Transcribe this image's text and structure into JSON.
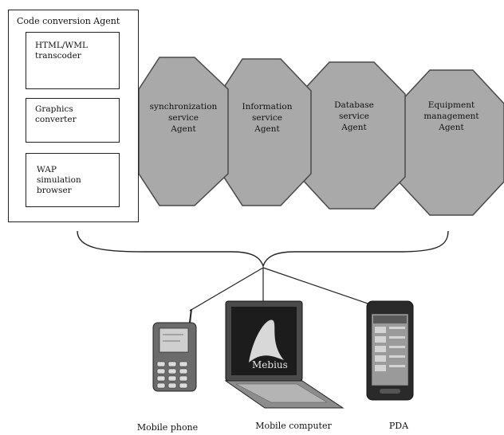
{
  "code_agent": {
    "title": "Code conversion Agent",
    "modules": [
      "HTML/WML\ntranscoder",
      "Graphics\nconverter",
      "WAP\nsimulation\nbrowser"
    ]
  },
  "service_agents": [
    "synchronization\nservice\nAgent",
    "Information\nservice\nAgent",
    "Database\nservice\nAgent",
    "Equipment\nmanagement\nAgent"
  ],
  "devices": [
    {
      "label": "Mobile phone",
      "icon": "mobile-phone-icon"
    },
    {
      "label": "Mobile computer",
      "icon": "laptop-icon",
      "screen_text": "Mebius"
    },
    {
      "label": "PDA",
      "icon": "pda-icon"
    }
  ],
  "colors": {
    "octagon_fill": "#a9a9a9",
    "octagon_stroke": "#4a4a4a",
    "line": "#222222"
  }
}
